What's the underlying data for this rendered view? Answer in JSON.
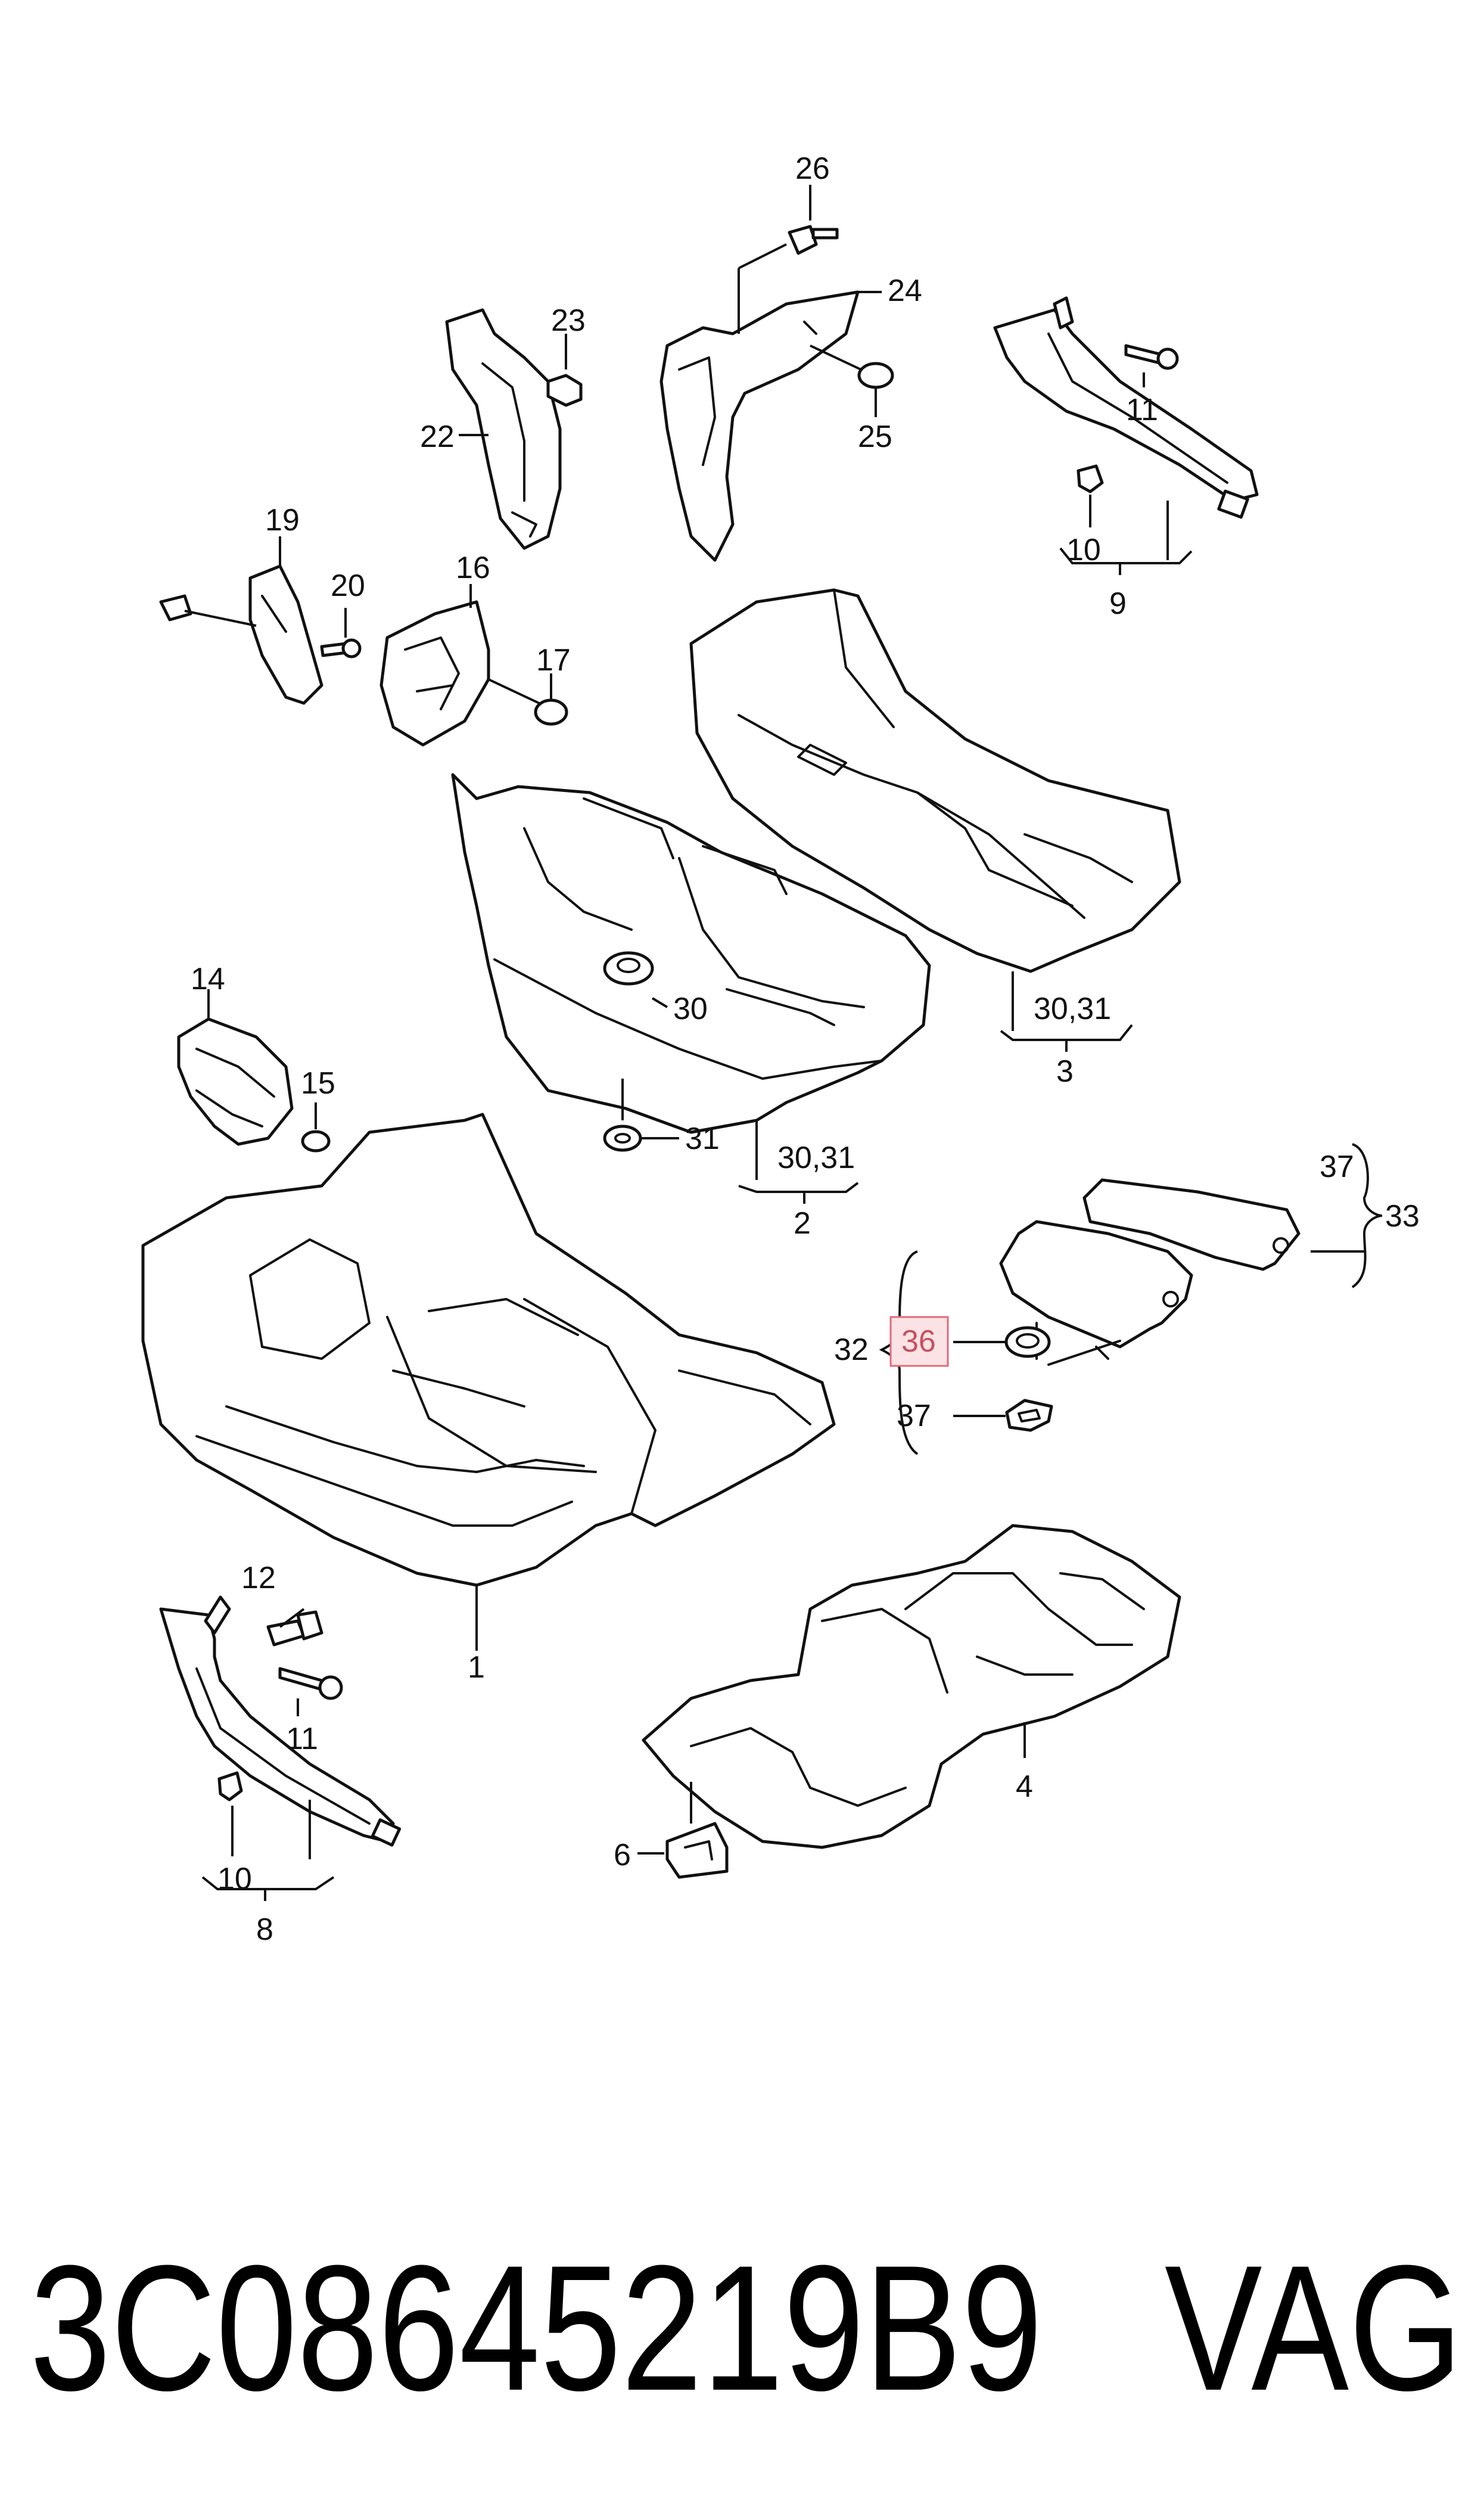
{
  "labels": {
    "p1": "1",
    "p2": "2",
    "p3": "3",
    "p4": "4",
    "p6": "6",
    "p8": "8",
    "p9": "9",
    "p10a": "10",
    "p10b": "10",
    "p11a": "11",
    "p11b": "11",
    "p12": "12",
    "p14": "14",
    "p15": "15",
    "p16": "16",
    "p17": "17",
    "p19": "19",
    "p20": "20",
    "p22": "22",
    "p23": "23",
    "p24": "24",
    "p25": "25",
    "p26": "26",
    "p30": "30",
    "p30_31a": "30,31",
    "p30_31b": "30,31",
    "p31": "31",
    "p32": "32",
    "p33": "33",
    "p36": "36",
    "p37a": "37",
    "p37b": "37"
  },
  "highlighted_part": "36",
  "highlight_color": "#e46a78",
  "footer": {
    "part_number": "3C08645219B9",
    "brand": "VAG"
  }
}
